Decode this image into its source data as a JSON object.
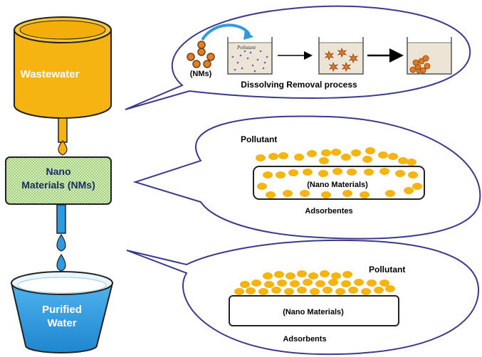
{
  "left_column": {
    "tank_label": "Wastewater",
    "filter_label_line1": "Nano",
    "filter_label_line2": "Materials (NMs)",
    "bucket_label_line1": "Purified",
    "bucket_label_line2": "Water"
  },
  "panel_dissolving": {
    "nms_label": "(NMs)",
    "beaker_text": "Pollutant",
    "caption": "Dissolving Removal process"
  },
  "panel_adsorption_1": {
    "pollutant_label": "Pollutant",
    "box_label": "(Nano Materials)",
    "bottom_label": "Adsorbentes"
  },
  "panel_adsorption_2": {
    "pollutant_label": "Pollutant",
    "box_label": "(Nano Materials)",
    "bottom_label": "Adsorbents"
  },
  "colors": {
    "tank": "#f5b412",
    "filter": "#c8e6a8",
    "water": "#2e9be0",
    "pollutant_dot": "#f5b412",
    "outline": "#3a3a8c"
  }
}
